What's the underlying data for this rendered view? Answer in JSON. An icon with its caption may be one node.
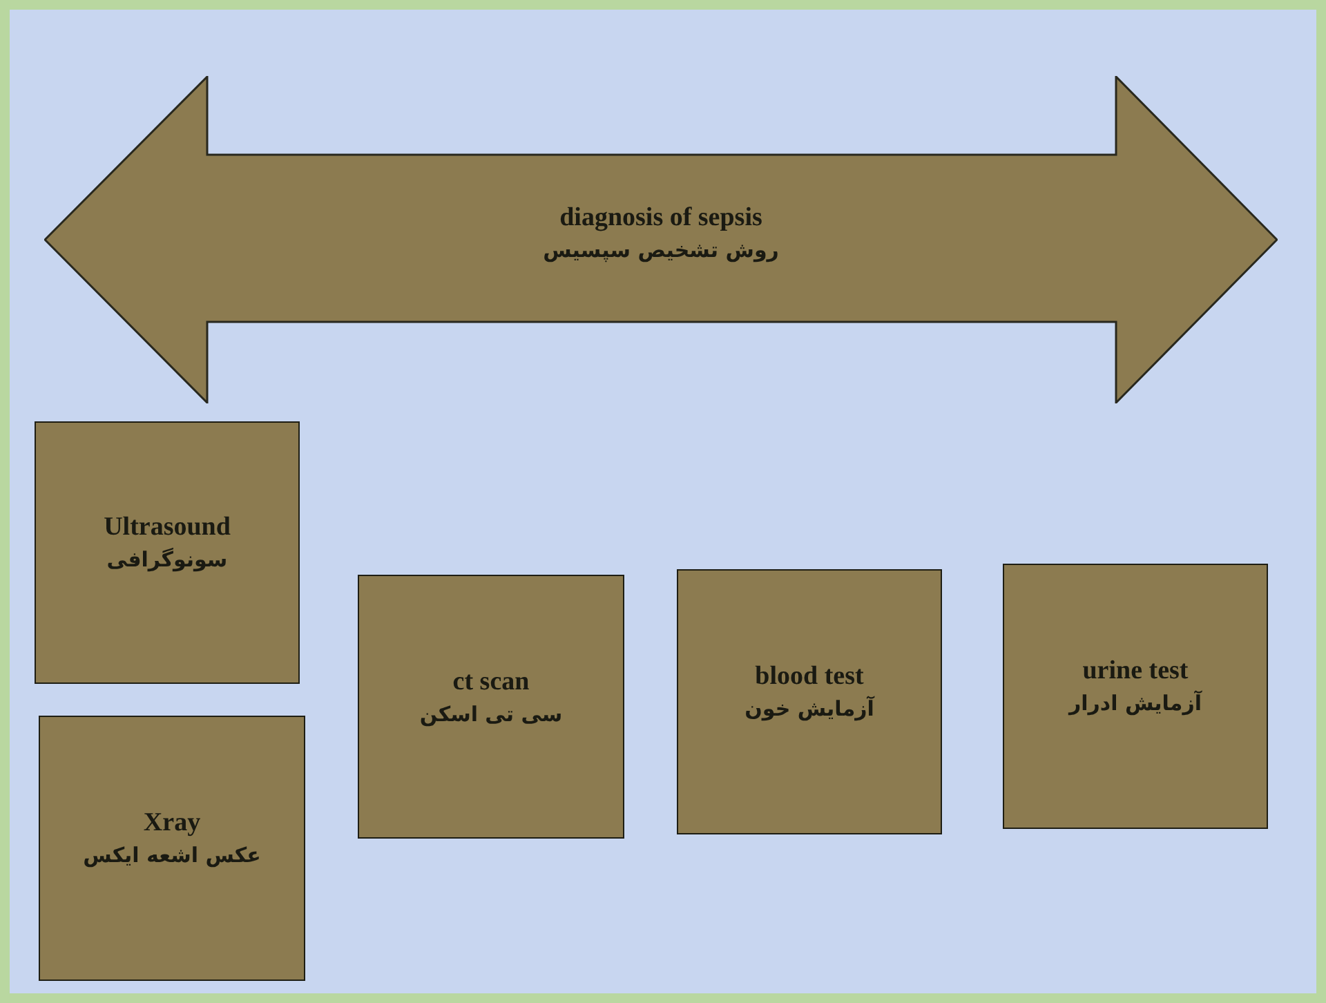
{
  "diagram": {
    "nodes": [
      {
        "text": [
          "diagnosis of sepsis",
          "روش تشخیص سپسیس"
        ]
      },
      {
        "text": [
          "Ultrasound",
          "سونوگرافی"
        ]
      },
      {
        "text": [
          "Xray",
          "عکس اشعه ایکس"
        ]
      },
      {
        "text": [
          "ct scan",
          "سی تی اسکن"
        ]
      },
      {
        "text": [
          "blood test",
          "آزمایش خون"
        ]
      },
      {
        "text": [
          "urine test",
          "آزمایش ادرار"
        ]
      }
    ]
  }
}
